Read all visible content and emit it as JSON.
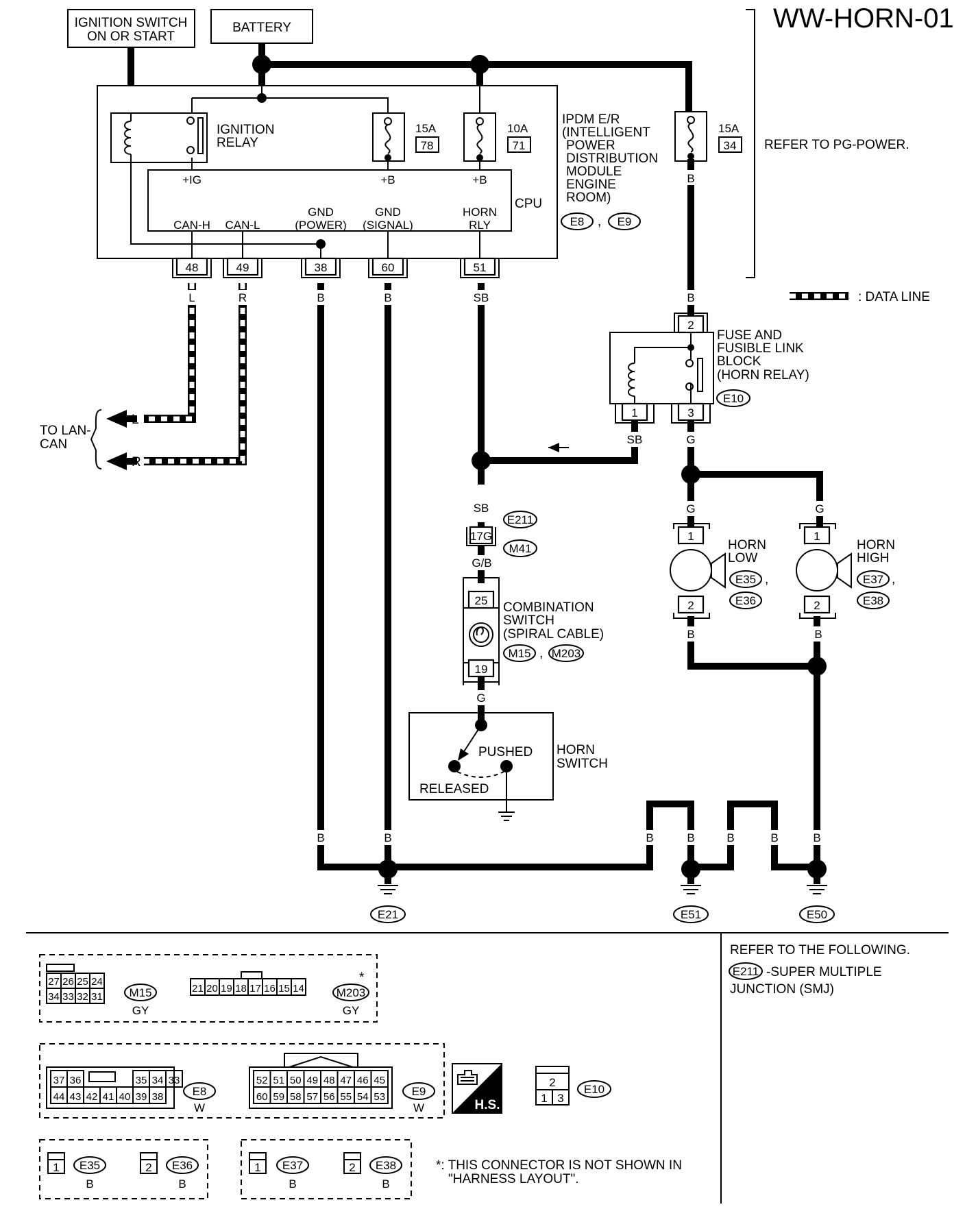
{
  "title": "WW-HORN-01",
  "boxes": {
    "ignition_switch": [
      "IGNITION SWITCH",
      "ON OR START"
    ],
    "battery": "BATTERY"
  },
  "ipdm": {
    "relay_label": [
      "IGNITION",
      "RELAY"
    ],
    "fuse_78": {
      "amp": "15A",
      "num": "78"
    },
    "fuse_71": {
      "amp": "10A",
      "num": "71"
    },
    "fuse_34": {
      "amp": "15A",
      "num": "34"
    },
    "name": [
      "IPDM E/R",
      "(INTELLIGENT",
      "POWER",
      "DISTRIBUTION",
      "MODULE",
      "ENGINE",
      "ROOM)"
    ],
    "connectors": [
      "E8",
      "E9"
    ],
    "cpu": "CPU",
    "ig": "+IG",
    "b1": "+B",
    "b2": "+B",
    "can_h": "CAN-H",
    "can_l": "CAN-L",
    "gnd_power": [
      "GND",
      "(POWER)"
    ],
    "gnd_signal": [
      "GND",
      "(SIGNAL)"
    ],
    "horn_rly": [
      "HORN",
      "RLY"
    ],
    "pins": [
      "48",
      "49",
      "38",
      "60",
      "51"
    ]
  },
  "refer_pg": "REFER TO PG-POWER.",
  "data_line": ": DATA LINE",
  "to_lan_can": [
    "TO LAN-",
    "CAN"
  ],
  "lan_l": "L",
  "lan_r": "R",
  "wire_colors": {
    "l": "L",
    "r": "R",
    "b": "B",
    "sb": "SB",
    "g": "G",
    "gb": "G/B"
  },
  "fuse_block": {
    "name": [
      "FUSE AND",
      "FUSIBLE LINK",
      "BLOCK",
      "(HORN RELAY)"
    ],
    "connector": "E10",
    "pins": [
      "2",
      "1",
      "3"
    ]
  },
  "smj": {
    "top": "E211",
    "bottom": "M41",
    "pin": "17G"
  },
  "combination_switch": {
    "name": [
      "COMBINATION",
      "SWITCH",
      "(SPIRAL CABLE)"
    ],
    "connectors": [
      "M15",
      "M203"
    ],
    "pins": [
      "25",
      "19"
    ]
  },
  "horn_switch": {
    "name": [
      "HORN",
      "SWITCH"
    ],
    "pushed": "PUSHED",
    "released": "RELEASED"
  },
  "horn_low": {
    "name": [
      "HORN",
      "LOW"
    ],
    "connectors": [
      "E35",
      "E36"
    ],
    "pins": [
      "1",
      "2"
    ]
  },
  "horn_high": {
    "name": [
      "HORN",
      "HIGH"
    ],
    "connectors": [
      "E37",
      "E38"
    ],
    "pins": [
      "1",
      "2"
    ]
  },
  "grounds": [
    "E21",
    "E51",
    "E50"
  ],
  "refer_following": "REFER TO THE FOLLOWING.",
  "smj_ref": {
    "connector": "E211",
    "text": [
      "-SUPER MULTIPLE",
      "JUNCTION (SMJ)"
    ]
  },
  "connector_views": {
    "m15": {
      "pins_top": [
        "27",
        "26",
        "25",
        "24"
      ],
      "pins_bottom": [
        "34",
        "33",
        "32",
        "31"
      ],
      "label": "M15",
      "color": "GY"
    },
    "m203": {
      "pins": [
        "21",
        "20",
        "19",
        "18",
        "17",
        "16",
        "15",
        "14"
      ],
      "label": "M203",
      "color": "GY",
      "star": "*"
    },
    "e8": {
      "pins_top": [
        "37",
        "36",
        "35",
        "34",
        "33"
      ],
      "pins_bottom": [
        "44",
        "43",
        "42",
        "41",
        "40",
        "39",
        "38"
      ],
      "label": "E8",
      "color": "W"
    },
    "e9": {
      "pins_top": [
        "52",
        "51",
        "50",
        "49",
        "48",
        "47",
        "46",
        "45"
      ],
      "pins_bottom": [
        "60",
        "59",
        "58",
        "57",
        "56",
        "55",
        "54",
        "53"
      ],
      "label": "E9",
      "color": "W"
    },
    "hs": "H.S.",
    "e10": {
      "pins_top": [
        "2"
      ],
      "pins_bottom": [
        "1",
        "3"
      ],
      "label": "E10"
    },
    "e35": {
      "pin": "1",
      "label": "E35",
      "color": "B"
    },
    "e36": {
      "pin": "2",
      "label": "E36",
      "color": "B"
    },
    "e37": {
      "pin": "1",
      "label": "E37",
      "color": "B"
    },
    "e38": {
      "pin": "2",
      "label": "E38",
      "color": "B"
    }
  },
  "footnote": [
    "*: THIS CONNECTOR IS NOT SHOWN IN",
    "\"HARNESS LAYOUT\"."
  ]
}
